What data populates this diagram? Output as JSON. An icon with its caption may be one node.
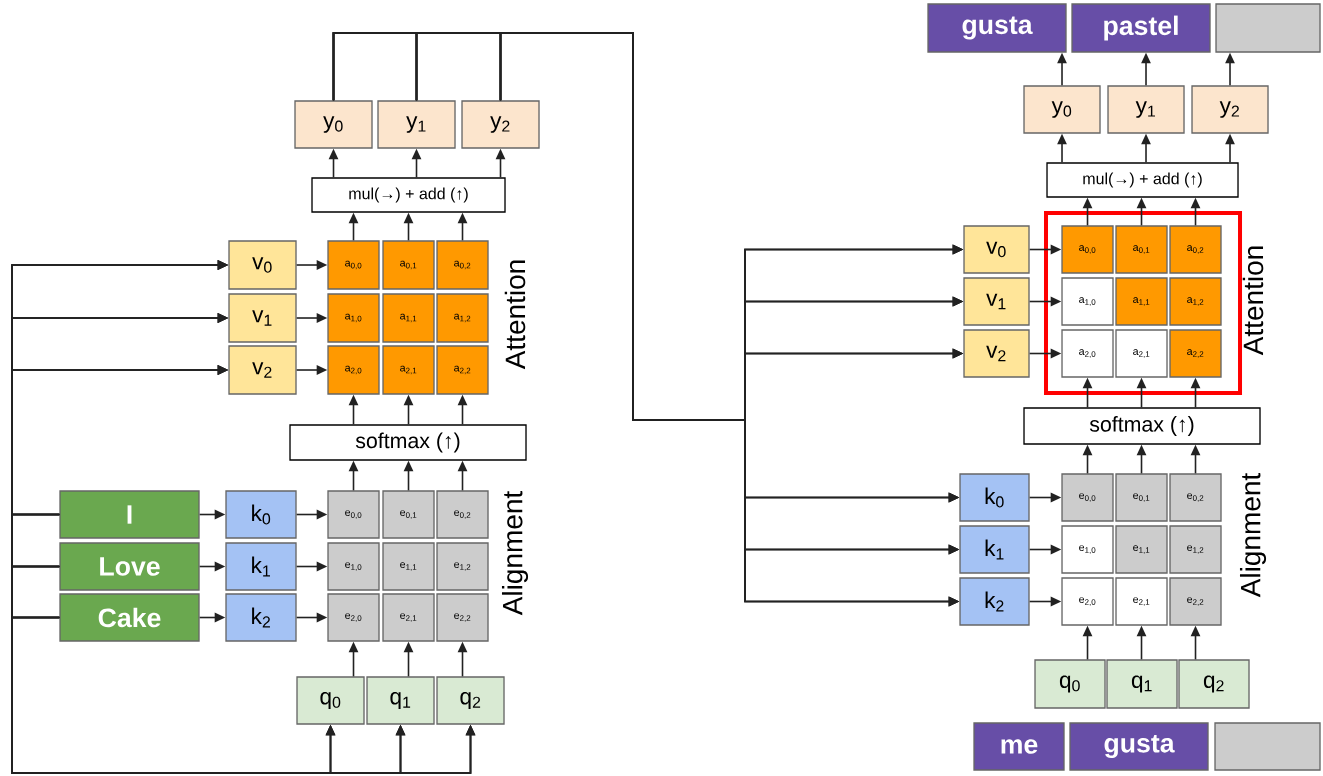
{
  "diagram": {
    "nodes": [
      {
        "text": [
          "y$_{0}$"
        ]
      },
      {
        "text": [
          "y$_{1}$"
        ]
      },
      {
        "text": [
          "y$_{2}$"
        ]
      },
      {
        "text": [
          "mul(→) + add (↑)"
        ]
      },
      {
        "text": [
          "v$_{0}$"
        ]
      },
      {
        "text": [
          "v$_{1}$"
        ]
      },
      {
        "text": [
          "v$_{2}$"
        ]
      },
      {
        "text": [
          "a$_{0,0}$"
        ]
      },
      {
        "text": [
          "a$_{0,1}$"
        ]
      },
      {
        "text": [
          "a$_{0,2}$"
        ]
      },
      {
        "text": [
          "a$_{1,0}$"
        ]
      },
      {
        "text": [
          "a$_{1,1}$"
        ]
      },
      {
        "text": [
          "a$_{1,2}$"
        ]
      },
      {
        "text": [
          "a$_{2,0}$"
        ]
      },
      {
        "text": [
          "a$_{2,1}$"
        ]
      },
      {
        "text": [
          "a$_{2,2}$"
        ]
      },
      {
        "text": [
          "softmax (↑)"
        ]
      },
      {
        "text": [
          "I"
        ]
      },
      {
        "text": [
          "Love"
        ]
      },
      {
        "text": [
          "Cake"
        ]
      },
      {
        "text": [
          "k$_{0}$"
        ]
      },
      {
        "text": [
          "k$_{1}$"
        ]
      },
      {
        "text": [
          "k$_{2}$"
        ]
      },
      {
        "text": [
          "e$_{0,0}$"
        ]
      },
      {
        "text": [
          "e$_{0,1}$"
        ]
      },
      {
        "text": [
          "e$_{0,2}$"
        ]
      },
      {
        "text": [
          "e$_{1,0}$"
        ]
      },
      {
        "text": [
          "e$_{1,1}$"
        ]
      },
      {
        "text": [
          "e$_{1,2}$"
        ]
      },
      {
        "text": [
          "e$_{2,0}$"
        ]
      },
      {
        "text": [
          "e$_{2,1}$"
        ]
      },
      {
        "text": [
          "e$_{2,2}$"
        ]
      },
      {
        "text": [
          "q$_{0}$"
        ]
      },
      {
        "text": [
          "q$_{1}$"
        ]
      },
      {
        "text": [
          "q$_{2}$"
        ]
      },
      {
        "text": [
          "gusta"
        ]
      },
      {
        "text": [
          "pastel"
        ]
      },
      {
        "text": [],
        "shape": "box"
      },
      {
        "text": [
          "y$_{0}$"
        ]
      },
      {
        "text": [
          "y$_{1}$"
        ]
      },
      {
        "text": [
          "y$_{2}$"
        ]
      },
      {
        "text": [
          "mul(→) + add (↑)"
        ]
      },
      {
        "text": [
          "v$_{0}$"
        ]
      },
      {
        "text": [
          "v$_{1}$"
        ]
      },
      {
        "text": [
          "v$_{2}$"
        ]
      },
      {
        "text": [
          "a$_{0,0}$"
        ]
      },
      {
        "text": [
          "a$_{0,1}$"
        ]
      },
      {
        "text": [
          "a$_{0,2}$"
        ]
      },
      {
        "text": [
          "a$_{1,0}$"
        ]
      },
      {
        "text": [
          "a$_{1,1}$"
        ]
      },
      {
        "text": [
          "a$_{1,2}$"
        ]
      },
      {
        "text": [
          "a$_{2,0}$"
        ]
      },
      {
        "text": [
          "a$_{2,1}$"
        ]
      },
      {
        "text": [
          "a$_{2,2}$"
        ]
      },
      {
        "text": [
          "softmax (↑)"
        ]
      },
      {
        "text": [
          "k$_{0}$"
        ]
      },
      {
        "text": [
          "k$_{1}$"
        ]
      },
      {
        "text": [
          "k$_{2}$"
        ]
      },
      {
        "text": [
          "e$_{0,0}$"
        ]
      },
      {
        "text": [
          "e$_{0,1}$"
        ]
      },
      {
        "text": [
          "e$_{0,2}$"
        ]
      },
      {
        "text": [
          "e$_{1,0}$"
        ]
      },
      {
        "text": [
          "e$_{1,1}$"
        ]
      },
      {
        "text": [
          "e$_{1,2}$"
        ]
      },
      {
        "text": [
          "e$_{2,0}$"
        ]
      },
      {
        "text": [
          "e$_{2,1}$"
        ]
      },
      {
        "text": [
          "e$_{2,2}$"
        ]
      },
      {
        "text": [
          "q$_{0}$"
        ]
      },
      {
        "text": [
          "q$_{1}$"
        ]
      },
      {
        "text": [
          "q$_{2}$"
        ]
      },
      {
        "text": [
          "me"
        ]
      },
      {
        "text": [
          "gusta"
        ]
      },
      {
        "text": [],
        "shape": "box"
      }
    ],
    "edges": [
      {
        "from": 3,
        "to": 0,
        "arrow": "to"
      },
      {
        "from": 3,
        "to": 1,
        "arrow": "to"
      },
      {
        "from": 3,
        "to": 2,
        "arrow": "to"
      },
      {
        "from": 7,
        "to": 3,
        "arrow": "to"
      },
      {
        "from": 8,
        "to": 3,
        "arrow": "to"
      },
      {
        "from": 9,
        "to": 3,
        "arrow": "to"
      },
      {
        "from": 4,
        "to": 7,
        "arrow": "to"
      },
      {
        "from": 5,
        "to": 10,
        "arrow": "to"
      },
      {
        "from": 6,
        "to": 13,
        "arrow": "to"
      },
      {
        "from": 16,
        "to": 13,
        "arrow": "to"
      },
      {
        "from": 16,
        "to": 14,
        "arrow": "to"
      },
      {
        "from": 16,
        "to": 15,
        "arrow": "to"
      },
      {
        "from": 23,
        "to": 16,
        "arrow": "to"
      },
      {
        "from": 24,
        "to": 16,
        "arrow": "to"
      },
      {
        "from": 25,
        "to": 16,
        "arrow": "to"
      },
      {
        "from": 20,
        "to": 23,
        "arrow": "to"
      },
      {
        "from": 21,
        "to": 26,
        "arrow": "to"
      },
      {
        "from": 22,
        "to": 29,
        "arrow": "to"
      },
      {
        "from": 17,
        "to": 20,
        "arrow": "to"
      },
      {
        "from": 18,
        "to": 21,
        "arrow": "to"
      },
      {
        "from": 19,
        "to": 22,
        "arrow": "to"
      },
      {
        "from": 32,
        "to": 29,
        "arrow": "to"
      },
      {
        "from": 33,
        "to": 30,
        "arrow": "to"
      },
      {
        "from": 34,
        "to": 31,
        "arrow": "to"
      },
      {
        "from": 17,
        "to": 4,
        "arrow": "to"
      },
      {
        "from": 17,
        "to": 5,
        "arrow": "to"
      },
      {
        "from": 17,
        "to": 6,
        "arrow": "to"
      },
      {
        "from": 17,
        "to": 32,
        "arrow": "to"
      },
      {
        "from": 17,
        "to": 33,
        "arrow": "to"
      },
      {
        "from": 17,
        "to": 34,
        "arrow": "to"
      },
      {
        "from": 18,
        "to": 4,
        "arrow": "to"
      },
      {
        "from": 18,
        "to": 5,
        "arrow": "to"
      },
      {
        "from": 18,
        "to": 6,
        "arrow": "to"
      },
      {
        "from": 18,
        "to": 32,
        "arrow": "to"
      },
      {
        "from": 18,
        "to": 33,
        "arrow": "to"
      },
      {
        "from": 18,
        "to": 34,
        "arrow": "to"
      },
      {
        "from": 19,
        "to": 4,
        "arrow": "to"
      },
      {
        "from": 19,
        "to": 5,
        "arrow": "to"
      },
      {
        "from": 19,
        "to": 6,
        "arrow": "to"
      },
      {
        "from": 19,
        "to": 32,
        "arrow": "to"
      },
      {
        "from": 19,
        "to": 33,
        "arrow": "to"
      },
      {
        "from": 19,
        "to": 34,
        "arrow": "to"
      },
      {
        "from": 0,
        "to": 42,
        "arrow": "to"
      },
      {
        "from": 0,
        "to": 43,
        "arrow": "to"
      },
      {
        "from": 0,
        "to": 44,
        "arrow": "to"
      },
      {
        "from": 0,
        "to": 55,
        "arrow": "to"
      },
      {
        "from": 0,
        "to": 56,
        "arrow": "to"
      },
      {
        "from": 0,
        "to": 57,
        "arrow": "to"
      },
      {
        "from": 1,
        "to": 42,
        "arrow": "to"
      },
      {
        "from": 1,
        "to": 43,
        "arrow": "to"
      },
      {
        "from": 1,
        "to": 44,
        "arrow": "to"
      },
      {
        "from": 1,
        "to": 55,
        "arrow": "to"
      },
      {
        "from": 1,
        "to": 56,
        "arrow": "to"
      },
      {
        "from": 1,
        "to": 57,
        "arrow": "to"
      },
      {
        "from": 2,
        "to": 42,
        "arrow": "to"
      },
      {
        "from": 2,
        "to": 43,
        "arrow": "to"
      },
      {
        "from": 2,
        "to": 44,
        "arrow": "to"
      },
      {
        "from": 2,
        "to": 55,
        "arrow": "to"
      },
      {
        "from": 2,
        "to": 56,
        "arrow": "to"
      },
      {
        "from": 2,
        "to": 57,
        "arrow": "to"
      },
      {
        "from": 38,
        "to": 35,
        "arrow": "to"
      },
      {
        "from": 39,
        "to": 36,
        "arrow": "to"
      },
      {
        "from": 40,
        "to": 37,
        "arrow": "to"
      },
      {
        "from": 41,
        "to": 38,
        "arrow": "to"
      },
      {
        "from": 41,
        "to": 39,
        "arrow": "to"
      },
      {
        "from": 41,
        "to": 40,
        "arrow": "to"
      },
      {
        "from": 45,
        "to": 41,
        "arrow": "to"
      },
      {
        "from": 46,
        "to": 41,
        "arrow": "to"
      },
      {
        "from": 47,
        "to": 41,
        "arrow": "to"
      },
      {
        "from": 42,
        "to": 45,
        "arrow": "to"
      },
      {
        "from": 43,
        "to": 48,
        "arrow": "to"
      },
      {
        "from": 44,
        "to": 51,
        "arrow": "to"
      },
      {
        "from": 54,
        "to": 51,
        "arrow": "to"
      },
      {
        "from": 54,
        "to": 52,
        "arrow": "to"
      },
      {
        "from": 54,
        "to": 53,
        "arrow": "to"
      },
      {
        "from": 58,
        "to": 54,
        "arrow": "to"
      },
      {
        "from": 59,
        "to": 54,
        "arrow": "to"
      },
      {
        "from": 60,
        "to": 54,
        "arrow": "to"
      },
      {
        "from": 55,
        "to": 58,
        "arrow": "to"
      },
      {
        "from": 56,
        "to": 61,
        "arrow": "to"
      },
      {
        "from": 57,
        "to": 64,
        "arrow": "to"
      },
      {
        "from": 67,
        "to": 64,
        "arrow": "to"
      },
      {
        "from": 68,
        "to": 65,
        "arrow": "to"
      },
      {
        "from": 69,
        "to": 66,
        "arrow": "to"
      }
    ],
    "labels": [
      "Attention",
      "Alignment",
      "Attention",
      "Alignment"
    ]
  }
}
